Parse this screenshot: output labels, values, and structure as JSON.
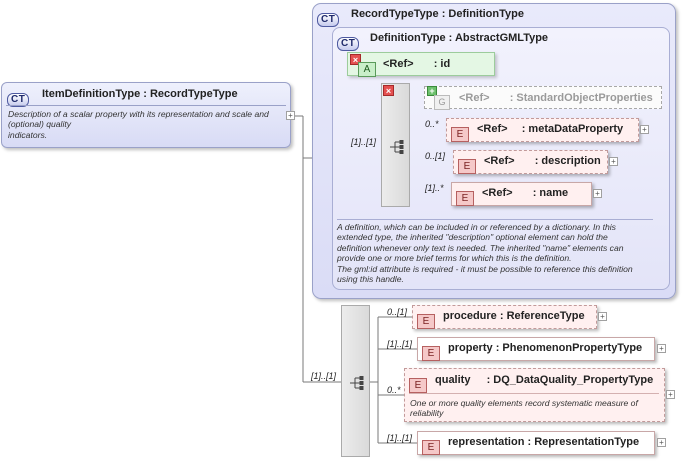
{
  "item": {
    "badge": "CT",
    "name": "ItemDefinitionType",
    "type": ": RecordTypeType",
    "doc": [
      "Description of a scalar property with its representation and scale and",
      "(optional) quality",
      "indicators."
    ]
  },
  "record": {
    "badge": "CT",
    "name": "RecordTypeType",
    "type": ": DefinitionType"
  },
  "definition": {
    "badge": "CT",
    "name": "DefinitionType",
    "type": ": AbstractGMLType",
    "doc": [
      "A definition, which can be included in or referenced by a dictionary. In this",
      "extended type, the inherited \"description\" optional element can hold the",
      "definition whenever only text is needed. The inherited \"name\" elements can",
      "provide one or more brief terms for which this is the definition.",
      "The gml:id attribute is required - it must be possible to reference this definition",
      "using this handle."
    ]
  },
  "attr_id": {
    "badge": "A",
    "ref": "<Ref>",
    "name": ": id"
  },
  "std_props": {
    "badge": "G",
    "ref": "<Ref>",
    "name": ": StandardObjectProperties"
  },
  "inner_seq_card": "[1]..[1]",
  "meta": {
    "card": "0..*",
    "badge": "E",
    "ref": "<Ref>",
    "name": ": metaDataProperty"
  },
  "description": {
    "card": "0..[1]",
    "badge": "E",
    "ref": "<Ref>",
    "name": ": description"
  },
  "gml_name": {
    "card": "[1]..*",
    "badge": "E",
    "ref": "<Ref>",
    "name": ": name"
  },
  "outer_seq_card": "[1]..[1]",
  "procedure": {
    "card": "0..[1]",
    "badge": "E",
    "name": "procedure",
    "type": ": ReferenceType"
  },
  "property": {
    "card": "[1]..[1]",
    "badge": "E",
    "name": "property",
    "type": ": PhenomenonPropertyType"
  },
  "quality": {
    "card": "0..*",
    "badge": "E",
    "name": "quality",
    "type": ": DQ_DataQuality_PropertyType",
    "doc": [
      "One or more quality elements record systematic measure of",
      "reliability"
    ]
  },
  "representation": {
    "card": "[1]..[1]",
    "badge": "E",
    "name": "representation",
    "type": ": RepresentationType"
  },
  "icons": {
    "plus": "+",
    "remove": "×"
  }
}
